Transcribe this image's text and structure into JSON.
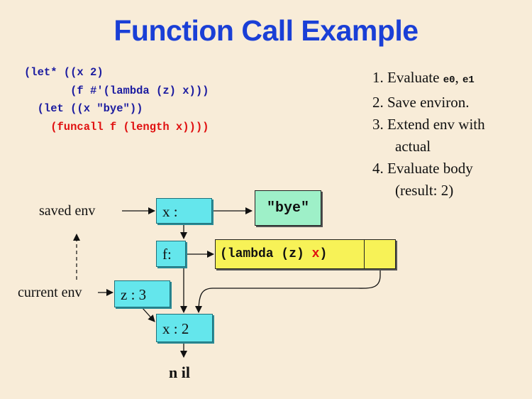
{
  "title": "Function Call Example",
  "code_lines": [
    "(let* ((x 2)",
    "       (f #'(lambda (z) x)))",
    "  (let ((x \"bye\"))",
    "    (funcall f (length x))))"
  ],
  "steps": {
    "s1_text": "1. Evaluate ",
    "s1_e0": "e0",
    "s1_sep": ", ",
    "s1_e1": "e1",
    "s2": "2. Save environ.",
    "s3a": "3. Extend env with",
    "s3b": "actual",
    "s4a": "4. Evaluate body",
    "s4b": "(result:  2)"
  },
  "diagram": {
    "saved_env_label": "saved env",
    "current_env_label": "current env",
    "frame_x_bye": "x :",
    "value_bye": "\"bye\"",
    "frame_f": "f:",
    "closure_code_a": "(lambda (z) ",
    "closure_code_x": "x",
    "closure_code_b": ")",
    "frame_z": "z : 3",
    "frame_x2": "x : 2",
    "nil": "n il"
  },
  "colors": {
    "title": "#1a3fd6",
    "code": "#1c1ca0",
    "highlight": "#e01010",
    "frame": "#64e6ec",
    "value": "#9ef0c8",
    "closure": "#f7f257",
    "background": "#f8ecd8"
  }
}
